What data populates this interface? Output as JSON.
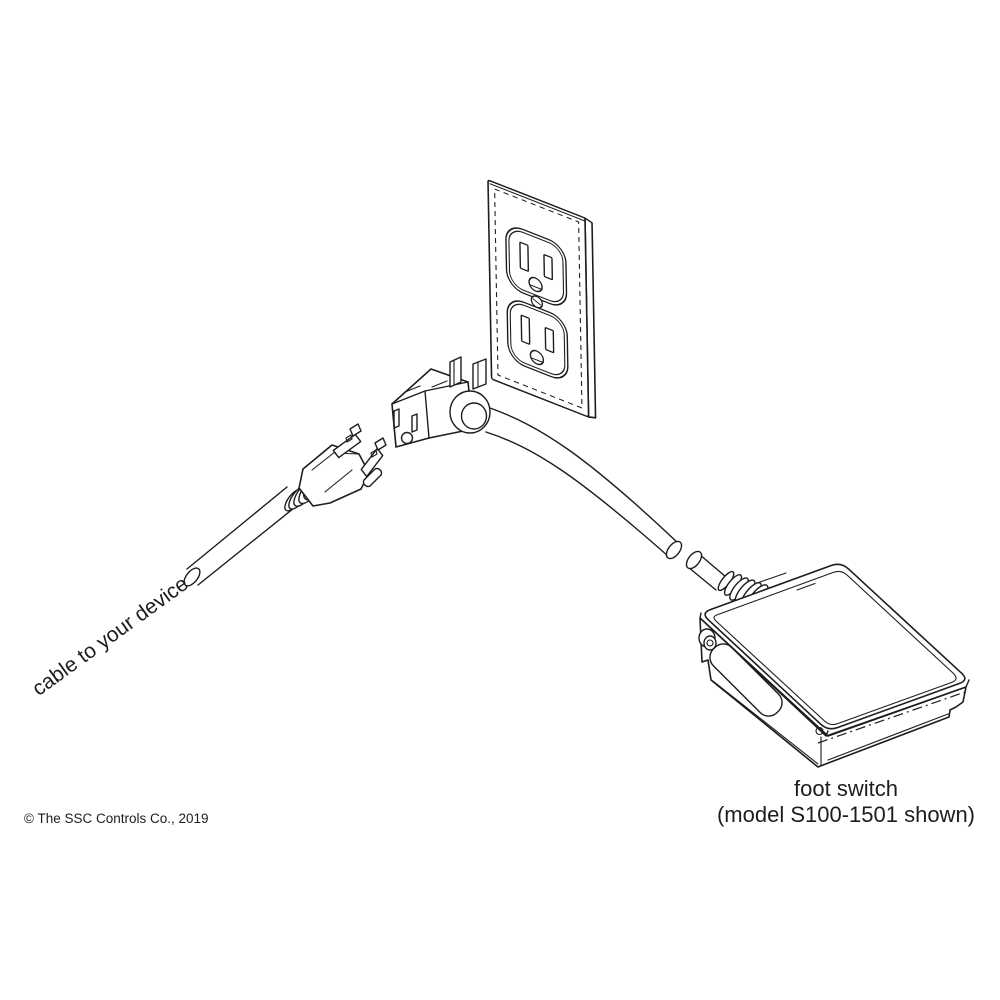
{
  "figure": {
    "background": "#ffffff",
    "line_color": "#1d1d1d",
    "labels": {
      "cable": "cable to your device",
      "foot_switch_line1": "foot switch",
      "foot_switch_line2": "(model S100-1501 shown)",
      "copyright": "© The SSC Controls Co., 2019"
    }
  }
}
